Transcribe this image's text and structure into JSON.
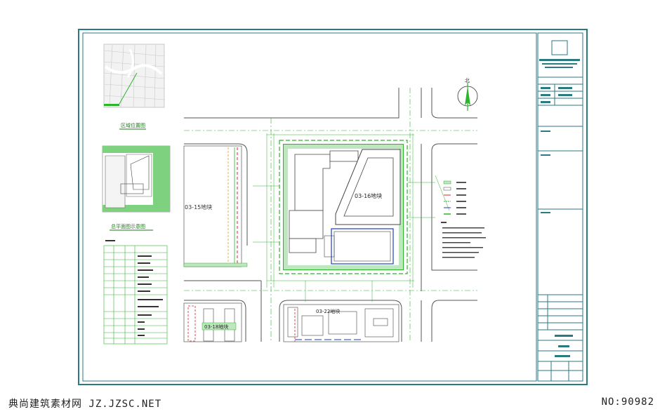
{
  "plan": {
    "parcel_main": "03-16地块",
    "parcel_west": "03-15地块",
    "parcel_south": "03-22地块",
    "parcel_southwest": "03-18地块",
    "north_label": "北"
  },
  "insets": {
    "location_map_title": "区域位置图",
    "site_diagram_title": "总平面图示意图"
  },
  "watermark": {
    "left": "典尚建筑素材网 JZ.JZSC.NET",
    "right": "NO:90982"
  },
  "colors": {
    "frame": "#2a7a80",
    "road": "#555555",
    "greenline": "#2bb52b",
    "redline": "#e02020",
    "blueline": "#1a3cc8"
  }
}
